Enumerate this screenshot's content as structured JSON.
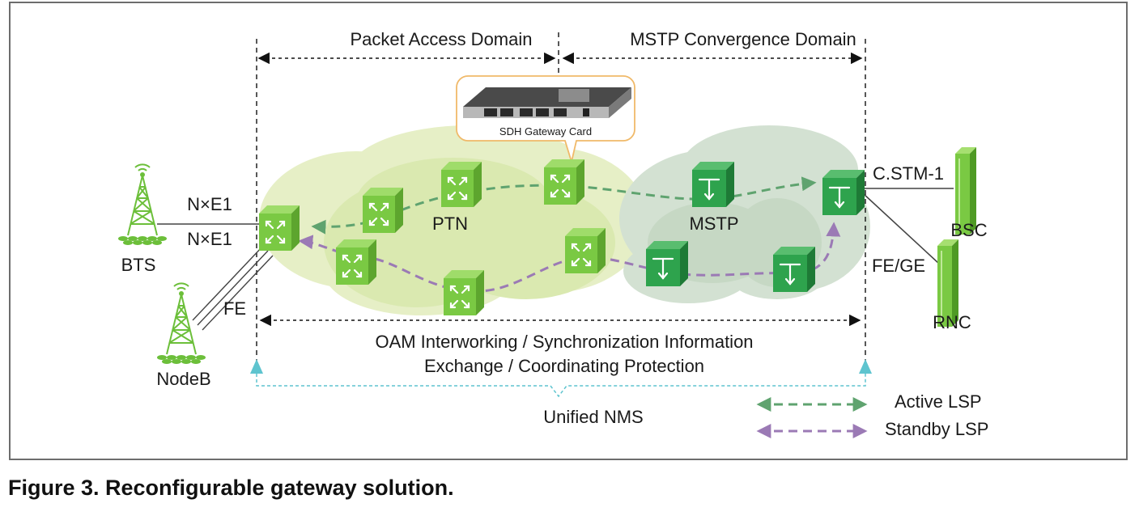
{
  "diagram": {
    "domains": {
      "packet_access": "Packet Access Domain",
      "mstp_convergence": "MSTP Convergence Domain"
    },
    "gateway_card_label": "SDH Gateway Card",
    "networks": {
      "ptn": "PTN",
      "mstp": "MSTP"
    },
    "sites": {
      "bts": "BTS",
      "nodeb": "NodeB",
      "bsc": "BSC",
      "rnc": "RNC"
    },
    "links": {
      "bts_upper": "N×E1",
      "bts_lower": "N×E1",
      "nodeb": "FE",
      "bsc": "C.STM-1",
      "rnc": "FE/GE"
    },
    "interworking_line1": "OAM Interworking / Synchronization  Information",
    "interworking_line2": "Exchange / Coordinating Protection",
    "nms_label": "Unified  NMS",
    "legend": {
      "active_lsp": "Active LSP",
      "standby_lsp": "Standby LSP"
    },
    "colors": {
      "active_lsp": "#5fa36f",
      "standby_lsp": "#9b7ab5",
      "nms_line": "#5ec4cf",
      "ptn_cloud": "#e6efc6",
      "mstp_cloud": "#d3e1d2",
      "ptn_device": "#7ac943",
      "mstp_device": "#2ea34d",
      "site_green": "#7ac943",
      "callout_border": "#f0b969"
    }
  },
  "caption": "Figure 3. Reconfigurable gateway solution."
}
